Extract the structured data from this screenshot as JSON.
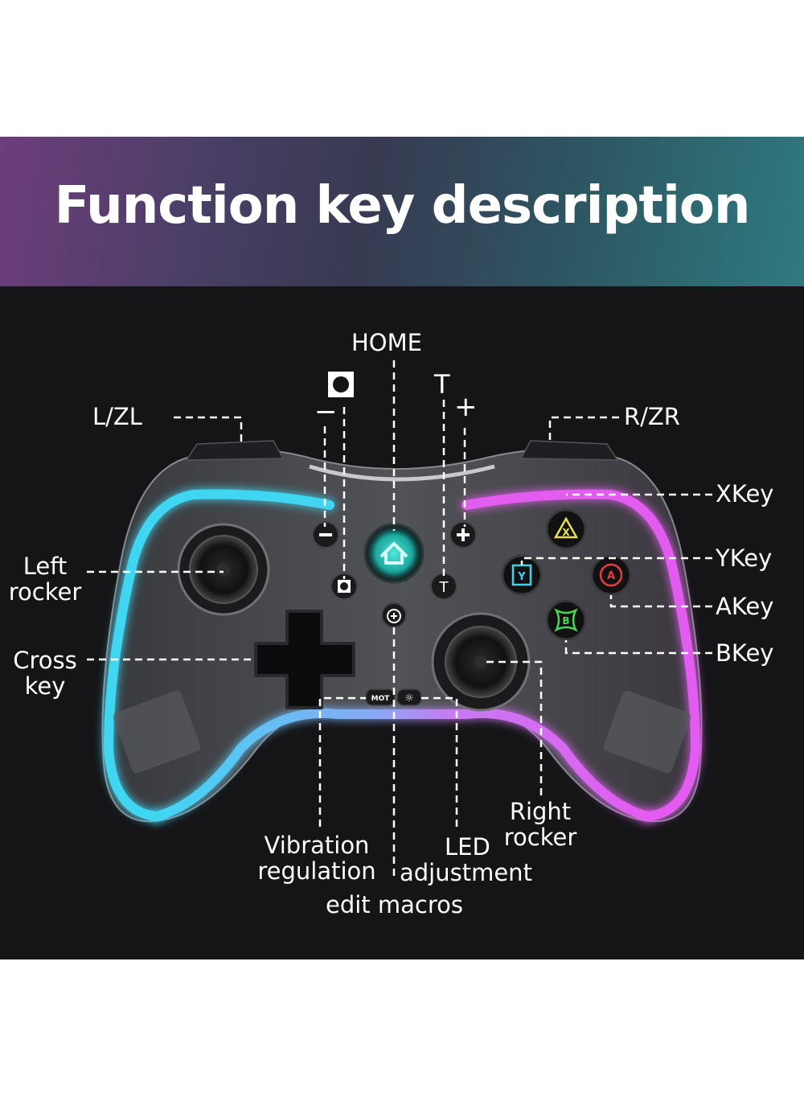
{
  "banner": {
    "title": "Function key description",
    "gradient_colors": [
      "#6e3d7c",
      "#383a52",
      "#2f7a80"
    ]
  },
  "panel": {
    "background": "#151517"
  },
  "controller": {
    "left_light_color": "#3fd6f2",
    "right_light_color": "#e35cf0",
    "home_glow_color": "#2fd6c8",
    "buttons": {
      "x": {
        "glyph": "X",
        "color": "#e6e24a"
      },
      "y": {
        "glyph": "Y",
        "color": "#3ad4f0"
      },
      "a": {
        "glyph": "A",
        "color": "#e83b3b"
      },
      "b": {
        "glyph": "B",
        "color": "#48d65a"
      },
      "minus": {
        "glyph": "−"
      },
      "plus": {
        "glyph": "+"
      },
      "turbo": {
        "glyph": "T"
      },
      "capture": {
        "glyph": "◘"
      },
      "macro": {
        "glyph": "⊕"
      },
      "mot": {
        "glyph": "MOT"
      },
      "led": {
        "glyph": "☼"
      }
    }
  },
  "labels": {
    "home": "HOME",
    "capture_symbol": "◘",
    "turbo": "T",
    "minus": "−",
    "plus": "+",
    "l_zl": "L/ZL",
    "r_zr": "R/ZR",
    "left_rocker_1": "Left",
    "left_rocker_2": "rocker",
    "cross_key_1": "Cross",
    "cross_key_2": "key",
    "x_key": "XKey",
    "y_key": "YKey",
    "a_key": "AKey",
    "b_key": "BKey",
    "right_rocker_1": "Right",
    "right_rocker_2": "rocker",
    "vibration_1": "Vibration",
    "vibration_2": "regulation",
    "led_1": "LED",
    "led_2": "adjustment",
    "edit_macros": "edit macros"
  }
}
